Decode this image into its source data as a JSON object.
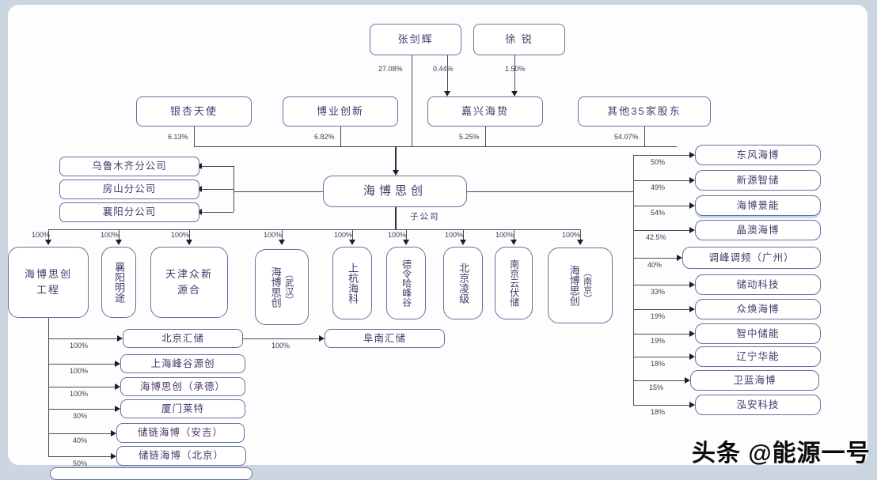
{
  "watermark": "头条 @能源一号",
  "top": {
    "shareholder1": "张剑辉",
    "shareholder2": "徐 锐",
    "pct_direct": "27.08%",
    "pct_s1_platform": "0.44%",
    "pct_s2_platform": "1.50%"
  },
  "row2": [
    {
      "name": "银杏天使",
      "pct": "6.13%"
    },
    {
      "name": "博业创新",
      "pct": "6.82%"
    },
    {
      "name": "嘉兴海贽",
      "pct": "5.25%"
    },
    {
      "name": "其他35家股东",
      "pct": "54.07%"
    }
  ],
  "company": {
    "name": "海博思创",
    "children_label": "子公司"
  },
  "branch_offices": [
    "乌鲁木齐分公司",
    "房山分公司",
    "襄阳分公司"
  ],
  "subsidiaries": [
    {
      "name": "海博思创工程",
      "pct": "100%"
    },
    {
      "name": "襄阳明途",
      "pct": "100%"
    },
    {
      "name": "天津众新源合",
      "pct": "100%"
    },
    {
      "name": "海博思创",
      "suffix": "（武汉）",
      "pct": "100%"
    },
    {
      "name": "上杭海科",
      "pct": "100%"
    },
    {
      "name": "德令哈峰谷",
      "pct": "100%"
    },
    {
      "name": "北京凌级",
      "pct": "100%"
    },
    {
      "name": "南京云伏储",
      "pct": "100%"
    },
    {
      "name": "海博思创",
      "suffix": "（南京）",
      "pct": "100%"
    }
  ],
  "eng_children": [
    {
      "name": "北京汇储",
      "pct": "100%"
    },
    {
      "name": "上海峰谷源创",
      "pct": "100%"
    },
    {
      "name": "海博思创（承德）",
      "pct": "100%"
    },
    {
      "name": "厦门莱特",
      "pct": "30%"
    },
    {
      "name": "储链海博（安吉）",
      "pct": "40%"
    },
    {
      "name": "储链海博（北京）",
      "pct": "50%"
    }
  ],
  "grandchild": {
    "name": "阜南汇储",
    "pct": "100%"
  },
  "associates": [
    {
      "name": "东风海博",
      "pct": "50%"
    },
    {
      "name": "新源智储",
      "pct": "49%"
    },
    {
      "name": "海博景能",
      "pct": "54%"
    },
    {
      "name": "晶澳海博",
      "pct": "42.5%"
    },
    {
      "name": "调峰调频（广州）",
      "pct": "40%"
    },
    {
      "name": "储动科技",
      "pct": "33%"
    },
    {
      "name": "众焕海博",
      "pct": "19%"
    },
    {
      "name": "智中储能",
      "pct": "19%"
    },
    {
      "name": "辽宁华能",
      "pct": "18%"
    },
    {
      "name": "卫蓝海博",
      "pct": "15%"
    },
    {
      "name": "泓安科技",
      "pct": "18%"
    }
  ]
}
